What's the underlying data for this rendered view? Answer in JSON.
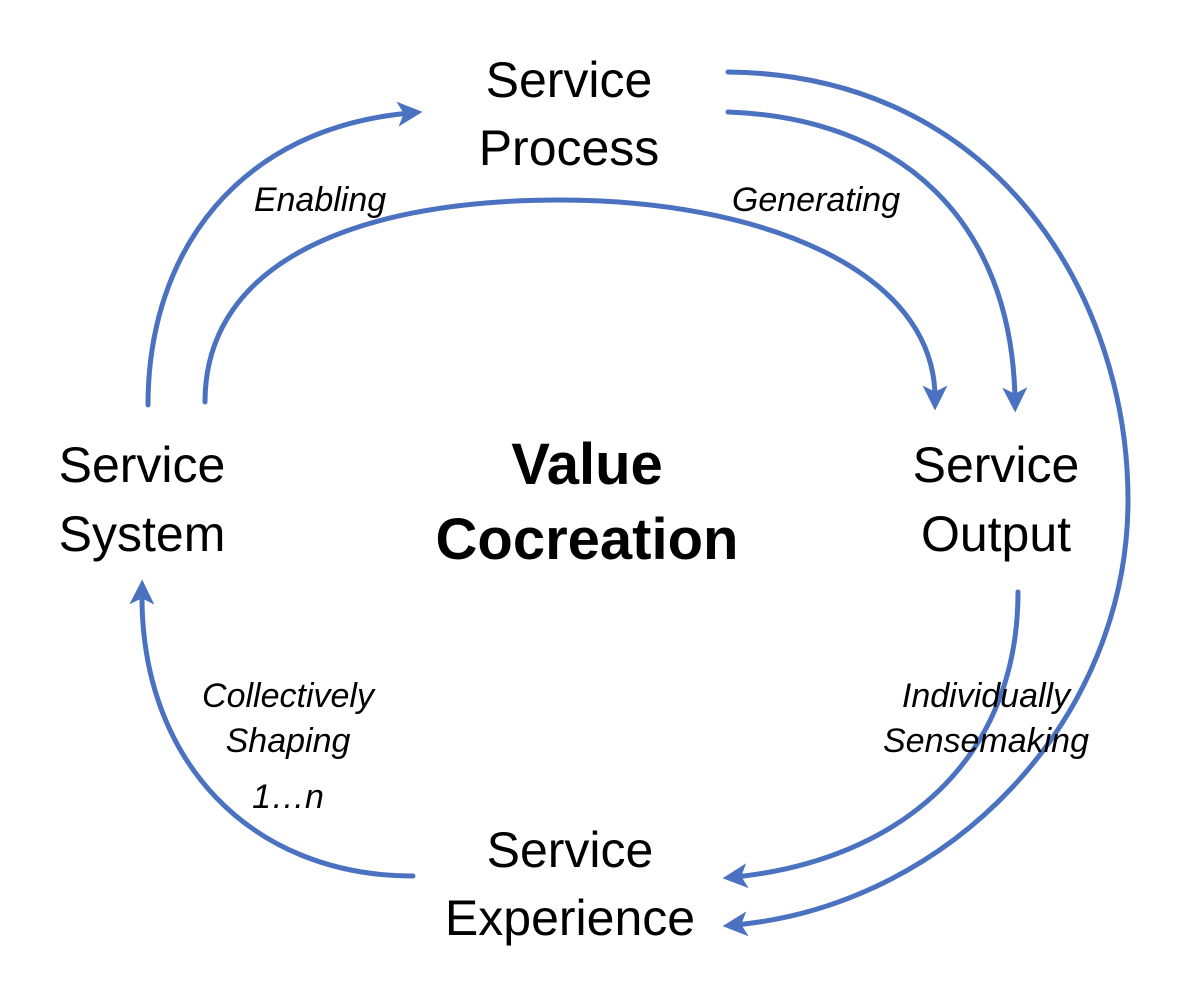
{
  "colors": {
    "arrow": "#4a72c0",
    "text": "#000000",
    "background": "#ffffff"
  },
  "center": {
    "line1": "Value",
    "line2": "Cocreation"
  },
  "nodes": {
    "service_process": {
      "line1": "Service",
      "line2": "Process"
    },
    "service_system": {
      "line1": "Service",
      "line2": "System"
    },
    "service_output": {
      "line1": "Service",
      "line2": "Output"
    },
    "service_experience": {
      "line1": "Service",
      "line2": "Experience"
    }
  },
  "edge_labels": {
    "enabling": "Enabling",
    "generating": "Generating",
    "collectively_line1": "Collectively",
    "collectively_line2": "Shaping",
    "collectively_line3": "1…n",
    "individually_line1": "Individually",
    "individually_line2": "Sensemaking"
  }
}
